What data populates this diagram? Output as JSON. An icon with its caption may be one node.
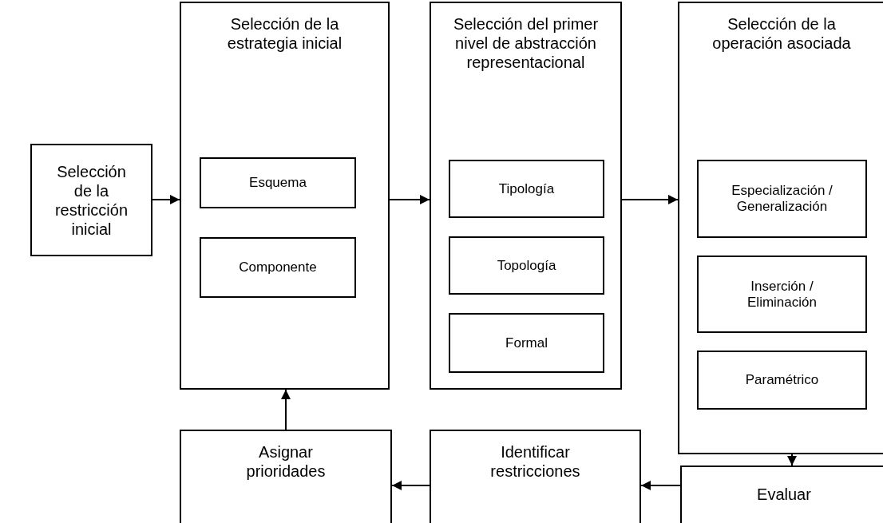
{
  "diagram": {
    "nodes": [
      {
        "text": [
          "Selección de la restricción inicial"
        ]
      },
      {
        "text": [
          "Selección de la estrategia inicial"
        ]
      },
      {
        "text": [
          "Esquema"
        ],
        "in": 1
      },
      {
        "text": [
          "Componente"
        ],
        "in": 1
      },
      {
        "text": [
          "Selección del primer nivel de abstracción representacional"
        ]
      },
      {
        "text": [
          "Tipología"
        ],
        "in": 4
      },
      {
        "text": [
          "Topología"
        ],
        "in": 4
      },
      {
        "text": [
          "Formal"
        ],
        "in": 4
      },
      {
        "text": [
          "Selección de la operación asociada"
        ]
      },
      {
        "text": [
          "Especialización / Generalización"
        ],
        "in": 8
      },
      {
        "text": [
          "Inserción / Eliminación"
        ],
        "in": 8
      },
      {
        "text": [
          "Paramétrico"
        ],
        "in": 8
      },
      {
        "text": [
          "Evaluar"
        ]
      },
      {
        "text": [
          "Identificar restricciones"
        ]
      },
      {
        "text": [
          "Asignar prioridades"
        ]
      }
    ],
    "edges": [
      {
        "from": 0,
        "to": 1,
        "arrow": "to"
      },
      {
        "from": 1,
        "to": 4,
        "arrow": "to"
      },
      {
        "from": 4,
        "to": 8,
        "arrow": "to"
      },
      {
        "from": 8,
        "to": 12,
        "arrow": "to"
      },
      {
        "from": 12,
        "to": 13,
        "arrow": "to"
      },
      {
        "from": 13,
        "to": 14,
        "arrow": "to"
      },
      {
        "from": 14,
        "to": 1,
        "arrow": "to"
      }
    ]
  }
}
